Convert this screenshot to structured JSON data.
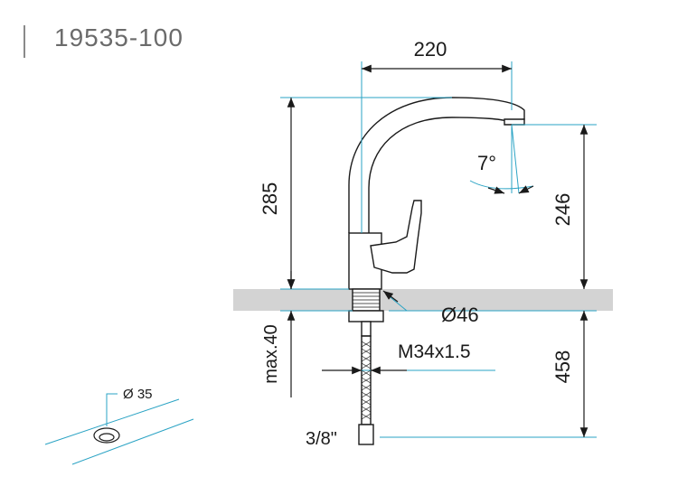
{
  "header": {
    "model": "19535-100"
  },
  "dimensions": {
    "width_top": "220",
    "height_total": "285",
    "spout_height": "246",
    "spout_angle": "7°",
    "base_diameter": "Ø46",
    "max_thickness": "max.40",
    "thread": "M34x1.5",
    "hose_length": "458",
    "hose_connection": "3/8\"",
    "hole_diameter": "Ø 35"
  },
  "colors": {
    "dimension_line": "#2aa3c4",
    "outline": "#1a1a1a",
    "counter": "#d3d3d3"
  }
}
